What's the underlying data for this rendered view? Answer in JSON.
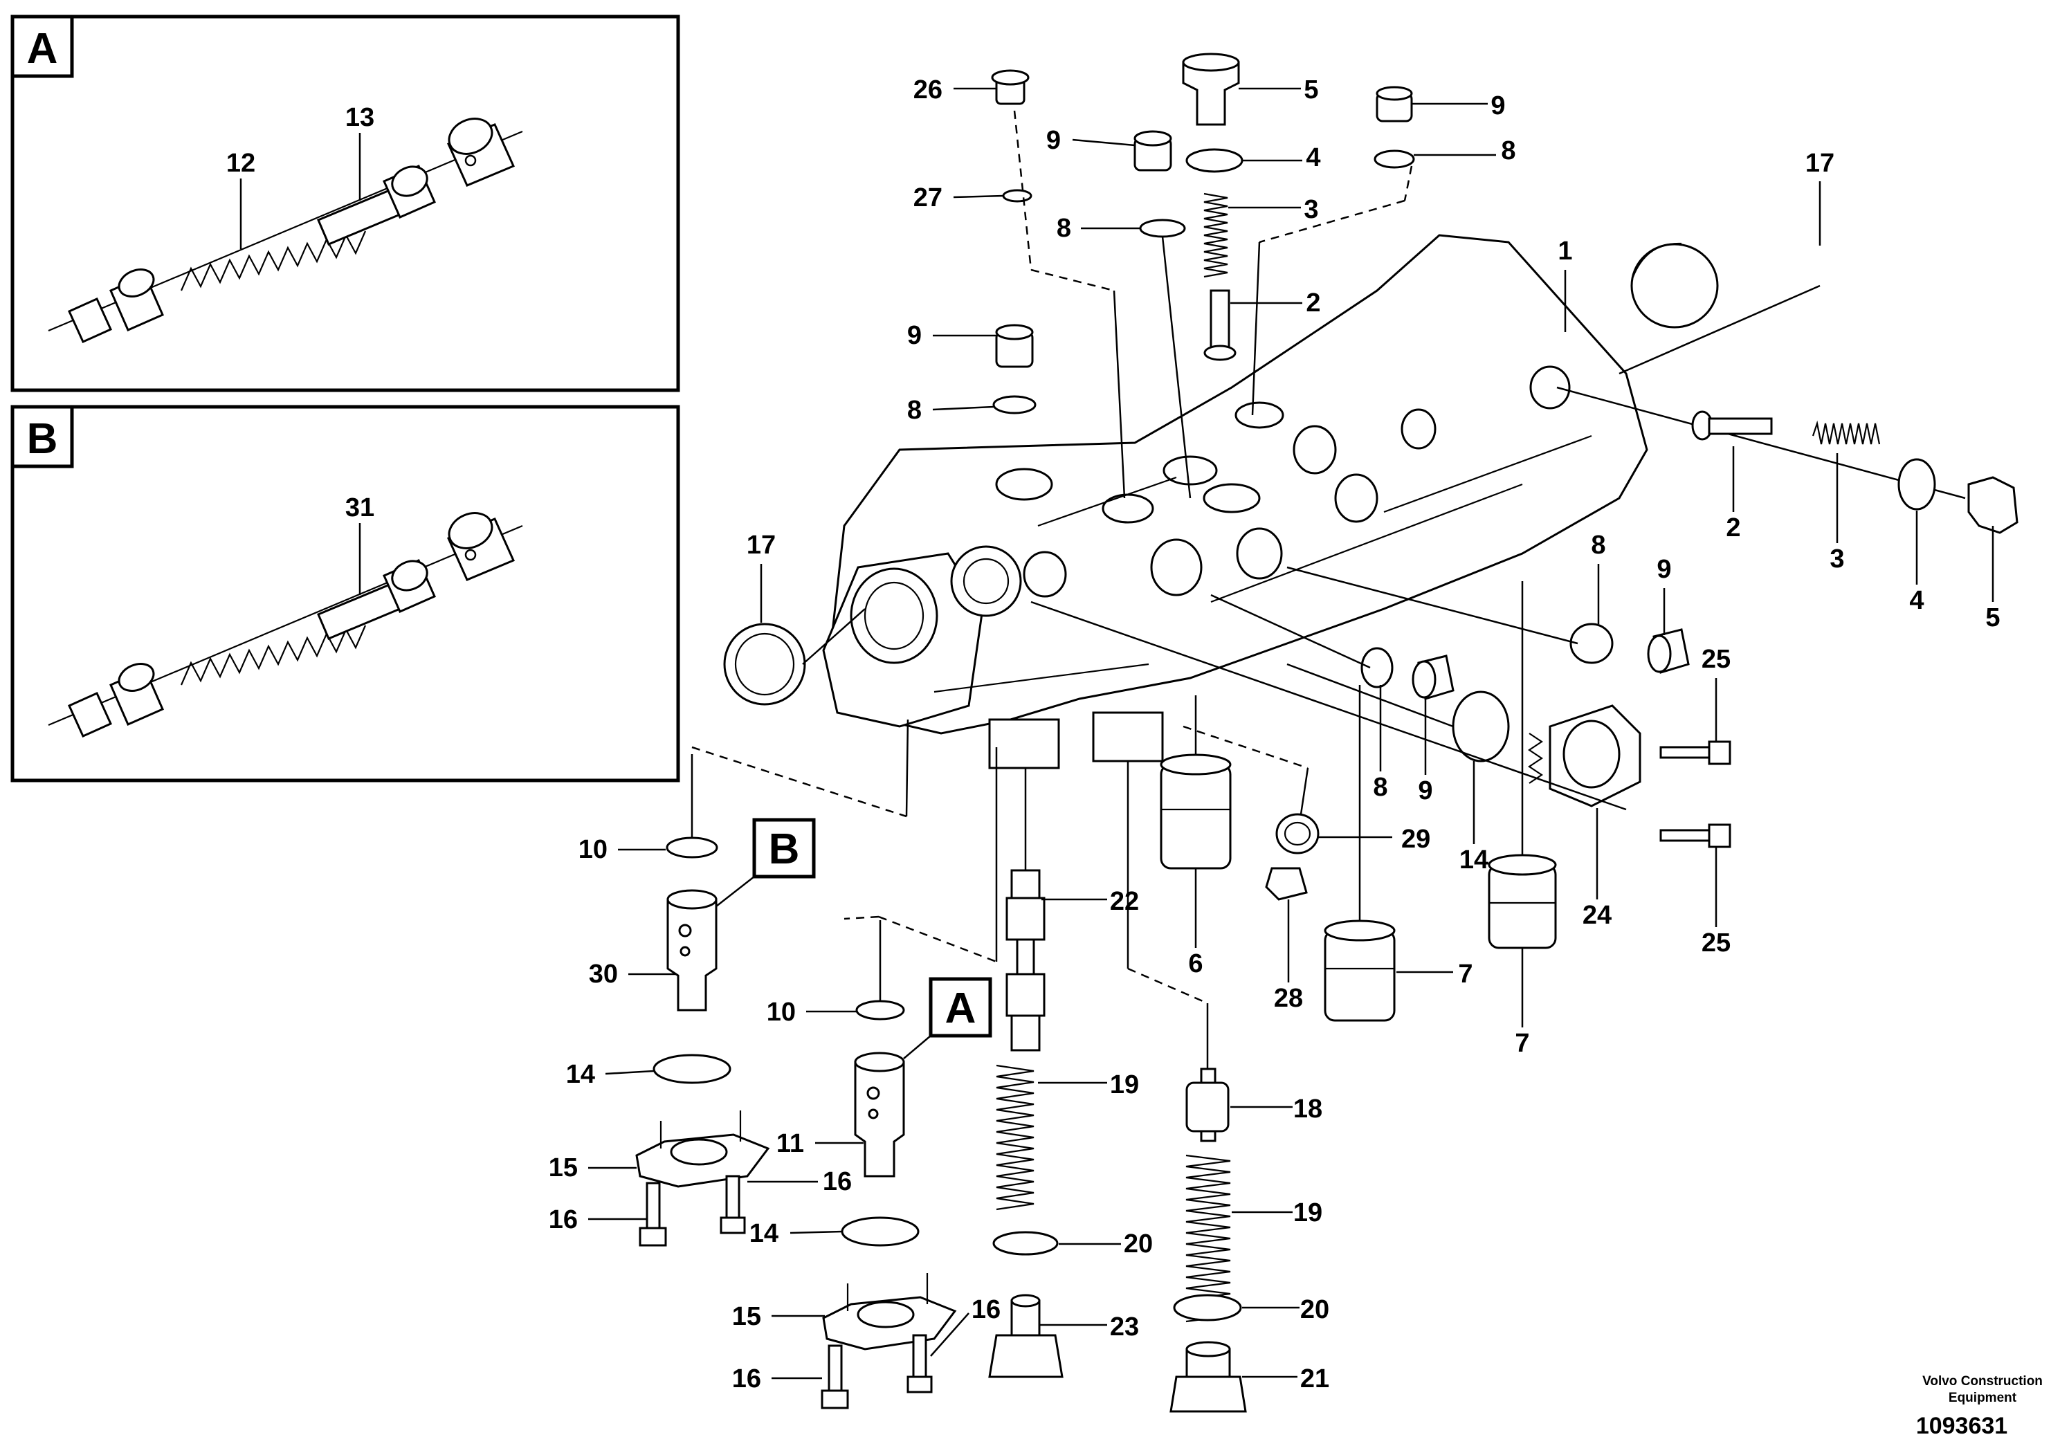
{
  "insets": [
    {
      "key": "A",
      "part_labels": [
        "12",
        "13"
      ]
    },
    {
      "key": "B",
      "part_labels": [
        "31"
      ]
    }
  ],
  "detail_tags": [
    "B",
    "A"
  ],
  "callouts": [
    "26",
    "5",
    "9",
    "9",
    "4",
    "8",
    "27",
    "3",
    "8",
    "17",
    "1",
    "2",
    "9",
    "8",
    "2",
    "3",
    "4",
    "5",
    "17",
    "8",
    "9",
    "25",
    "8",
    "9",
    "14",
    "29",
    "24",
    "25",
    "10",
    "22",
    "6",
    "28",
    "7",
    "7",
    "30",
    "10",
    "14",
    "11",
    "19",
    "18",
    "15",
    "16",
    "16",
    "14",
    "20",
    "19",
    "20",
    "15",
    "16",
    "23",
    "16",
    "21"
  ],
  "footer": {
    "brand_line1": "Volvo Construction",
    "brand_line2": "Equipment",
    "doc_number": "1093631"
  }
}
